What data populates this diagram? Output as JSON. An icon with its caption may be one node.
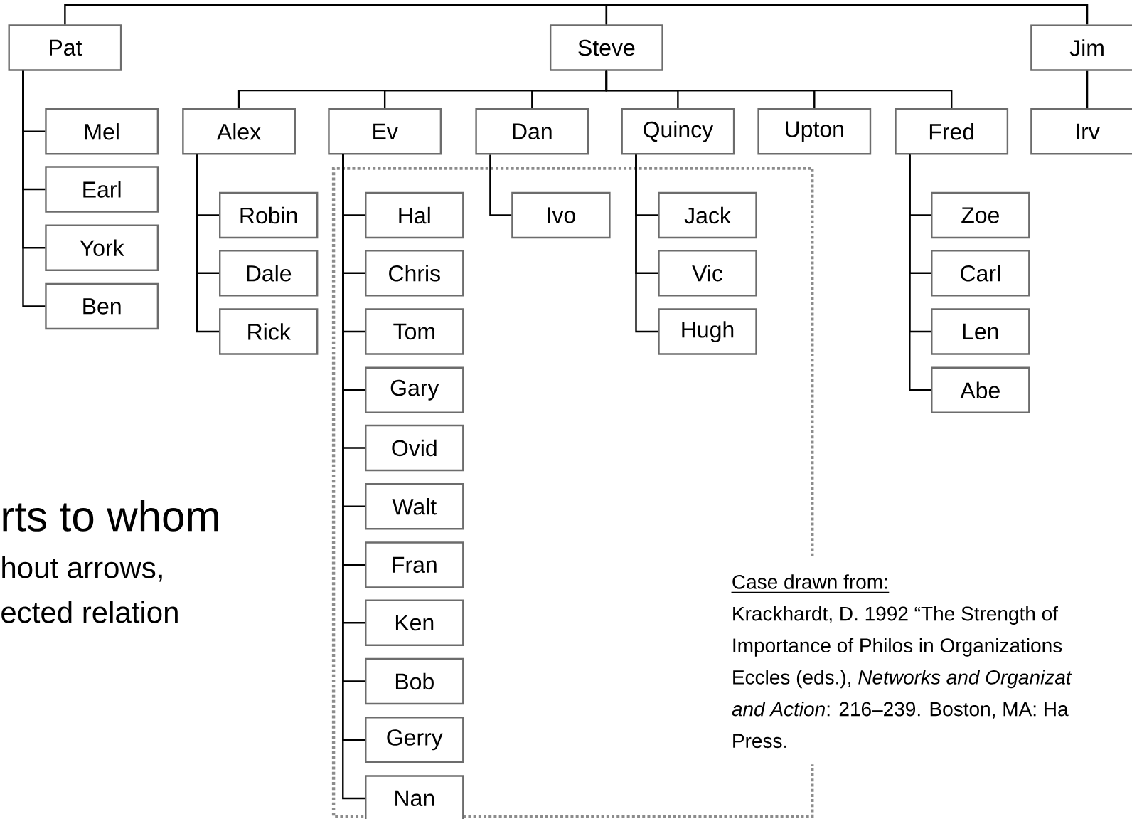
{
  "diagram": {
    "nodes": [
      {
        "text": [
          "Pat"
        ]
      },
      {
        "text": [
          "Steve"
        ]
      },
      {
        "text": [
          "Jim"
        ]
      },
      {
        "text": [
          "Mel"
        ]
      },
      {
        "text": [
          "Earl"
        ]
      },
      {
        "text": [
          "York"
        ]
      },
      {
        "text": [
          "Ben"
        ]
      },
      {
        "text": [
          "Alex"
        ]
      },
      {
        "text": [
          "Robin"
        ]
      },
      {
        "text": [
          "Dale"
        ]
      },
      {
        "text": [
          "Rick"
        ]
      },
      {
        "text": [
          "Ev"
        ]
      },
      {
        "text": [
          "Hal"
        ]
      },
      {
        "text": [
          "Chris"
        ]
      },
      {
        "text": [
          "Tom"
        ]
      },
      {
        "text": [
          "Gary"
        ]
      },
      {
        "text": [
          "Ovid"
        ]
      },
      {
        "text": [
          "Walt"
        ]
      },
      {
        "text": [
          "Fran"
        ]
      },
      {
        "text": [
          "Ken"
        ]
      },
      {
        "text": [
          "Bob"
        ]
      },
      {
        "text": [
          "Gerry"
        ]
      },
      {
        "text": [
          "Nan"
        ]
      },
      {
        "text": [
          "Dan"
        ]
      },
      {
        "text": [
          "Ivo"
        ]
      },
      {
        "text": [
          "Quincy"
        ]
      },
      {
        "text": [
          "Jack"
        ]
      },
      {
        "text": [
          "Vic"
        ]
      },
      {
        "text": [
          "Hugh"
        ]
      },
      {
        "text": [
          "Upton"
        ]
      },
      {
        "text": [
          "Fred"
        ]
      },
      {
        "text": [
          "Zoe"
        ]
      },
      {
        "text": [
          "Carl"
        ]
      },
      {
        "text": [
          "Len"
        ]
      },
      {
        "text": [
          "Abe"
        ]
      },
      {
        "text": [
          "Irv"
        ]
      }
    ],
    "edges": [
      {
        "from": 1,
        "to": 0,
        "arrow": "none"
      },
      {
        "from": 1,
        "to": 2,
        "arrow": "none"
      },
      {
        "from": 0,
        "to": 3,
        "arrow": "none"
      },
      {
        "from": 0,
        "to": 4,
        "arrow": "none"
      },
      {
        "from": 0,
        "to": 5,
        "arrow": "none"
      },
      {
        "from": 0,
        "to": 6,
        "arrow": "none"
      },
      {
        "from": 1,
        "to": 7,
        "arrow": "none"
      },
      {
        "from": 1,
        "to": 11,
        "arrow": "none"
      },
      {
        "from": 1,
        "to": 23,
        "arrow": "none"
      },
      {
        "from": 1,
        "to": 25,
        "arrow": "none"
      },
      {
        "from": 1,
        "to": 29,
        "arrow": "none"
      },
      {
        "from": 1,
        "to": 30,
        "arrow": "none"
      },
      {
        "from": 2,
        "to": 35,
        "arrow": "none"
      },
      {
        "from": 7,
        "to": 8,
        "arrow": "none"
      },
      {
        "from": 7,
        "to": 9,
        "arrow": "none"
      },
      {
        "from": 7,
        "to": 10,
        "arrow": "none"
      },
      {
        "from": 11,
        "to": 12,
        "arrow": "none"
      },
      {
        "from": 11,
        "to": 13,
        "arrow": "none"
      },
      {
        "from": 11,
        "to": 14,
        "arrow": "none"
      },
      {
        "from": 11,
        "to": 15,
        "arrow": "none"
      },
      {
        "from": 11,
        "to": 16,
        "arrow": "none"
      },
      {
        "from": 11,
        "to": 17,
        "arrow": "none"
      },
      {
        "from": 11,
        "to": 18,
        "arrow": "none"
      },
      {
        "from": 11,
        "to": 19,
        "arrow": "none"
      },
      {
        "from": 11,
        "to": 20,
        "arrow": "none"
      },
      {
        "from": 11,
        "to": 21,
        "arrow": "none"
      },
      {
        "from": 11,
        "to": 22,
        "arrow": "none"
      },
      {
        "from": 23,
        "to": 24,
        "arrow": "none"
      },
      {
        "from": 25,
        "to": 26,
        "arrow": "none"
      },
      {
        "from": 25,
        "to": 27,
        "arrow": "none"
      },
      {
        "from": 25,
        "to": 28,
        "arrow": "none"
      },
      {
        "from": 30,
        "to": 31,
        "arrow": "none"
      },
      {
        "from": 30,
        "to": 32,
        "arrow": "none"
      },
      {
        "from": 30,
        "to": 33,
        "arrow": "none"
      },
      {
        "from": 30,
        "to": 34,
        "arrow": "none"
      }
    ],
    "labels": [
      "rts to whom",
      "hout arrows,",
      "ected relation",
      "Case drawn from:",
      "Krackhardt, D. 1992 “The Strength of",
      "Importance of Philos in Organizations",
      "Eccles (eds.), *Networks and Organizat*",
      "*and Action*: 216–239. Boston, MA: Ha",
      "Press."
    ]
  }
}
